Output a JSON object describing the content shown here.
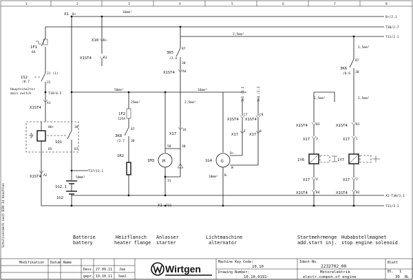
{
  "column_numbers": [
    "1",
    "2",
    "3",
    "4",
    "5",
    "6",
    "7",
    "8"
  ],
  "rails": {
    "top_left": "X1",
    "top_left_pin": "B+",
    "top_gauge": "16mm²",
    "top_right": "B+/2.1",
    "t30_ref": "T30/2.7",
    "t11_gauge": "2,5mm²",
    "t11_ref": "T11/2.1",
    "x1_t30_ref": "X1-T30/3.1",
    "t31_ref": "T31/3.1",
    "bottom_left": "X1",
    "bottom_pin": "T31"
  },
  "components": {
    "f1": {
      "name": "1F1",
      "sub": "6A"
    },
    "x10": {
      "name": "X10",
      "pin": "B+"
    },
    "x1st4_a3": {
      "name": "X1ST4",
      "pin": "A3"
    },
    "s2": {
      "name": "1S2",
      "ref": "/8.7",
      "contact": "21 (1)",
      "pin": "22",
      "note_de": "Hauptschalter",
      "note_en": "main switch"
    },
    "t18": "T18/8.5",
    "x1st4_a1": {
      "name": "X1ST4",
      "pin": "A1"
    },
    "q1": {
      "name": "1Q1",
      "p86": "86+",
      "p85": "85-",
      "p30": "30",
      "p87": "87"
    },
    "t17": "T17/13.1",
    "x1st4_a2": {
      "name": "X1ST4",
      "pin": "A2"
    },
    "g1": {
      "name": "1G2.1"
    },
    "g2": {
      "name": "1G2"
    },
    "k5": {
      "name": "3K5",
      "ref": "/2.4",
      "p87": "87",
      "p30": "30"
    },
    "x1st4_a4": {
      "name": "X1ST4",
      "pin": "A4"
    },
    "f2": {
      "name": "1F2",
      "sub": "125A"
    },
    "k8": {
      "name": "3K8",
      "ref": "/2.7",
      "p87": "87",
      "p30": "30"
    },
    "r2": {
      "name": "1R2"
    },
    "x17_16": {
      "name": "X17",
      "pin": "16"
    },
    "m3": {
      "name": "1M3",
      "p50": "50",
      "p31": "31",
      "p30": "30"
    },
    "g4": {
      "name": "1G4",
      "dplus": "D+",
      "bminus": "B-",
      "w": "W",
      "gauge": "10mm²"
    },
    "h1_ref": "1H1 /2.1",
    "h4_ref": "1H4 /2.3",
    "x17_c7": {
      "a": "X1ST4",
      "apin": "C7",
      "b": "X17",
      "bpin": "7"
    },
    "x17_c8": {
      "a": "X1ST4",
      "apin": "C8",
      "b": "X17",
      "bpin": "8"
    },
    "y6": {
      "name": "1Y6",
      "top_a": "X1ST4",
      "top_apin": "B3",
      "top_b": "X17",
      "top_bpin": "3",
      "bot_b": "X17",
      "bot_bpin": "4",
      "bot_a": "X1ST4",
      "bot_apin": "B4"
    },
    "k6": {
      "name": "3K6",
      "ref": "/8.6",
      "p87": "87",
      "p30": "30",
      "gauge": "2,5mm²"
    },
    "y7": {
      "name": "1Y7",
      "top_a": "X1ST4",
      "top_apin": "B1",
      "top_b": "X17",
      "top_bpin": "1",
      "bot_b": "X17",
      "bot_bpin": "2",
      "bot_a": "X1ST4",
      "bot_apin": "B2"
    }
  },
  "wire_gauges": {
    "g50_a": "50mm²",
    "g16_a": "16mm²",
    "g25_f2": "25mm²",
    "g25_k5": "2,5mm²",
    "g25_y6": "2,5mm²",
    "g25_k6": "2,5mm²",
    "g50_b": "50mm²",
    "g25_t11": "2,5mm²"
  },
  "captions": [
    {
      "de": "Batterie",
      "en": "battery"
    },
    {
      "de": "Heizflansch",
      "en": "heater flange"
    },
    {
      "de": "Anlasser",
      "en": "starter"
    },
    {
      "de": "Lichtmaschine",
      "en": "alternator"
    },
    {
      "de": "Startmehrmenge",
      "en": "add.start inj."
    },
    {
      "de": "Hubabstellmagnet",
      "en": "stop engine solenoid"
    }
  ],
  "side_note": "Schutzvermerk nach DIN 34 beachten",
  "title_block": {
    "mod_header": "Modifikation",
    "date_header": "Datum",
    "name_header": "Name",
    "row1_label": "Dess.",
    "row1_date": "27.09.11",
    "row1_name": "Jaa",
    "row2_label": "gepr.",
    "row2_date": "19.10.11",
    "row2_name": "Saal",
    "logo_text": "Wirtgen",
    "machine_key_label": "Machine Key Code:",
    "machine_key_value": "10.10",
    "drawing_label": "Drawing Number:",
    "drawing_value": "10.10.0191-",
    "ident_label": "Ident-No.",
    "ident_value": "2232702_00",
    "title_de": "Motorelektrik",
    "title_en": "electr.compon.of engine",
    "blatt_label": "Blatt",
    "blatt_value": "1",
    "von_label": "Bl.",
    "von_value": "30",
    "unit": "BL"
  }
}
